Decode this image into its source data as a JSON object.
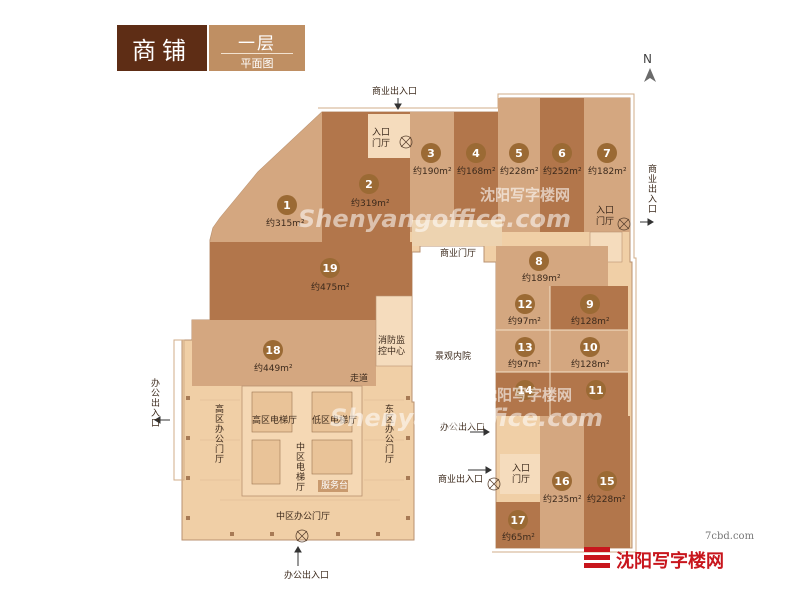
{
  "header": {
    "title": "商铺",
    "floor": "一层",
    "subtitle": "平面图"
  },
  "compass": "N",
  "shops": [
    {
      "number": "1",
      "area": "约315m²"
    },
    {
      "number": "2",
      "area": "约319m²"
    },
    {
      "number": "3",
      "area": "约190m²"
    },
    {
      "number": "4",
      "area": "约168m²"
    },
    {
      "number": "5",
      "area": "约228m²"
    },
    {
      "number": "6",
      "area": "约252m²"
    },
    {
      "number": "7",
      "area": "约182m²"
    },
    {
      "number": "8",
      "area": "约189m²"
    },
    {
      "number": "9",
      "area": "约128m²"
    },
    {
      "number": "10",
      "area": "约128m²"
    },
    {
      "number": "11",
      "area": ""
    },
    {
      "number": "12",
      "area": "约97m²"
    },
    {
      "number": "13",
      "area": "约97m²"
    },
    {
      "number": "14",
      "area": ""
    },
    {
      "number": "15",
      "area": "约228m²"
    },
    {
      "number": "16",
      "area": "约235m²"
    },
    {
      "number": "17",
      "area": "约65m²"
    },
    {
      "number": "18",
      "area": "约449m²"
    },
    {
      "number": "19",
      "area": "约475m²"
    }
  ],
  "labels": {
    "commercial_entrance_top": "商业出入口",
    "entrance_door": "入口门厅",
    "entrance_door_2": "入口门厅",
    "entrance_door_3": "入口门厅",
    "commercial_entrance_right": "商业出入口",
    "commercial_lobby": "商业门厅",
    "fire_control": "消防监控中心",
    "landscape_courtyard": "景观内院",
    "office_entrance_mid": "办公出入口",
    "commercial_entrance_lower": "商业出入口",
    "office_entrance_left": "办公出入口",
    "high_zone_lobby": "高区办公门厅",
    "east_zone_lobby": "东区办公门厅",
    "high_elevator": "高区电梯厅",
    "low_elevator": "低区电梯厅",
    "mid_elevator": "中区电梯厅",
    "service_desk": "服务台",
    "corridor": "走道",
    "mid_zone_lobby": "中区办公门厅",
    "office_entrance_bottom": "办公出入口"
  },
  "watermarks": {
    "url_1": "Shenyangoffice.com",
    "url_2": "Shenyangoffice.com",
    "cn_1": "沈阳写字楼网",
    "cn_2": "沈阳写字楼网"
  },
  "footer": {
    "site": "7cbd.com",
    "brand": "沈阳写字楼网"
  },
  "colors": {
    "header_dark": "#5e2d15",
    "header_light": "#bf8f63",
    "shop_light": "#d4a780",
    "shop_dark": "#b2764b",
    "building_base": "#f0cfa6",
    "office_core": "#f5d8b4",
    "badge": "#9b6a34",
    "brand_red": "#c8161d"
  }
}
